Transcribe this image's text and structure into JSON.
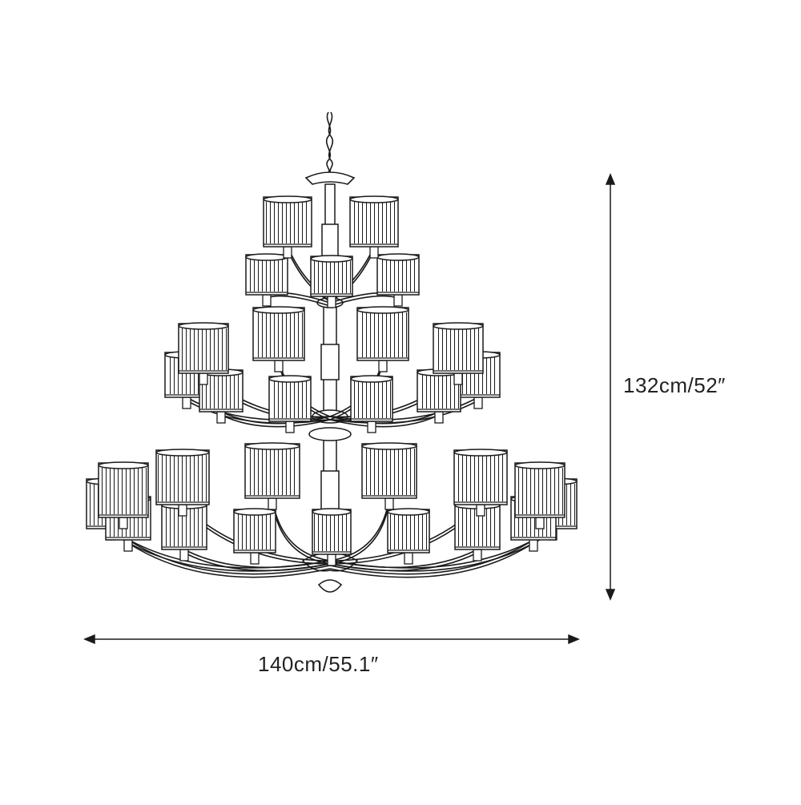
{
  "dimensions": {
    "height_label": "132cm/52″",
    "width_label": "140cm/55.1″"
  },
  "colors": {
    "line": "#1a1a1a",
    "shade_fill": "#ffffff",
    "background": "#ffffff"
  },
  "icons": {
    "arrow": "double-headed-arrow"
  }
}
